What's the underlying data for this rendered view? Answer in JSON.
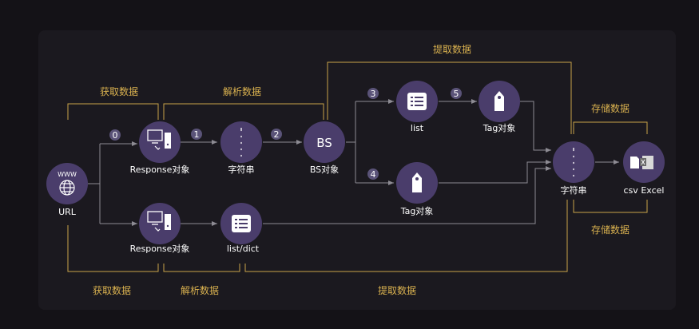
{
  "nodes": {
    "url": {
      "icon_text": "WWW",
      "label": "URL"
    },
    "response_top": {
      "label": "Response对象"
    },
    "string_top": {
      "label": "字符串"
    },
    "bs": {
      "icon_text": "BS",
      "label": "BS对象"
    },
    "list": {
      "label": "list"
    },
    "tag_top": {
      "label": "Tag对象"
    },
    "tag_mid": {
      "label": "Tag对象"
    },
    "string_right": {
      "label": "字符串"
    },
    "csv_excel": {
      "label": "csv Excel"
    },
    "response_bottom": {
      "label": "Response对象"
    },
    "list_dict": {
      "label": "list/dict"
    }
  },
  "steps": [
    "0",
    "1",
    "2",
    "3",
    "4",
    "5"
  ],
  "brackets": {
    "fetch_top": "获取数据",
    "parse_top": "解析数据",
    "extract_top": "提取数据",
    "store_top": "存储数据",
    "store_bottom": "存储数据",
    "fetch_bottom": "获取数据",
    "parse_bottom": "解析数据",
    "extract_bottom": "提取数据"
  },
  "colors": {
    "background": "#141217",
    "panel": "#1b191f",
    "node_fill": "#4a3d6b",
    "bracket_gold": "#d9b14f",
    "flow_line": "#8d8b93",
    "step_badge": "#5a5378"
  }
}
